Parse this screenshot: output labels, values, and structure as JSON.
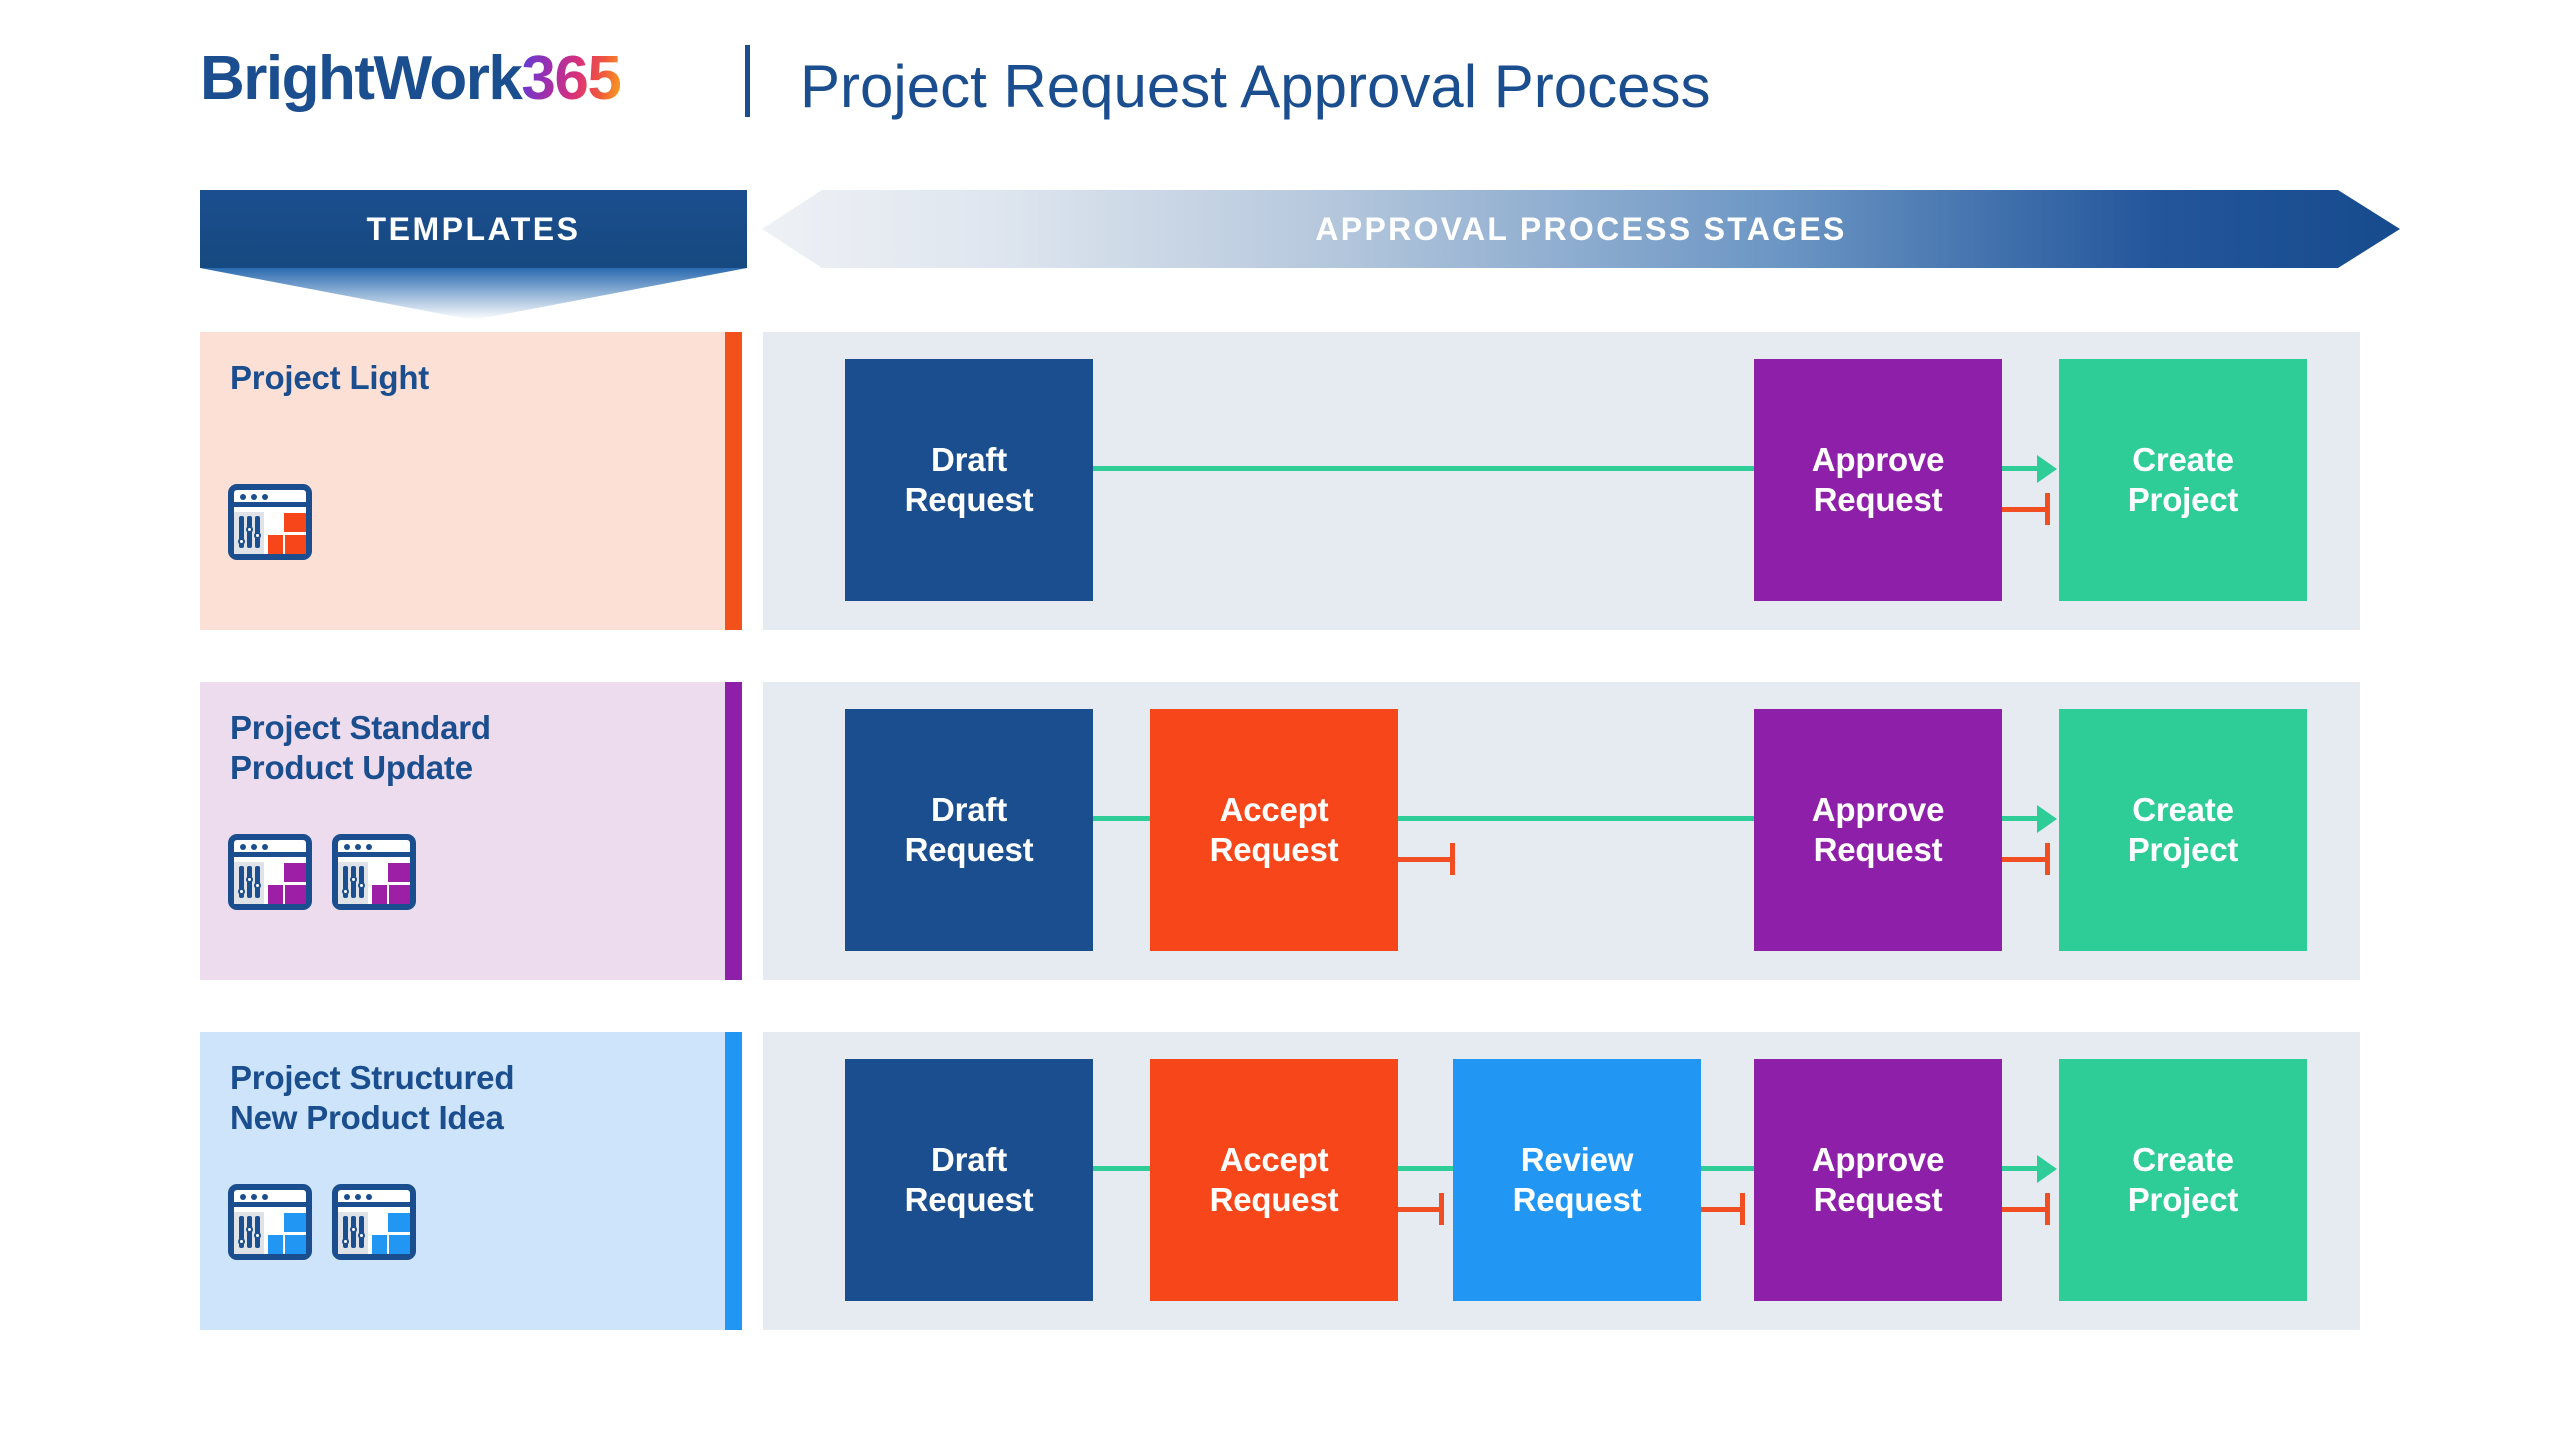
{
  "header": {
    "logo_main": "BrightWork",
    "logo_suffix": "365",
    "title": "Project Request Approval Process",
    "brand_blue": "#1B4E8F"
  },
  "banners": {
    "templates_label": "TEMPLATES",
    "stages_label": "APPROVAL PROCESS STAGES"
  },
  "colors": {
    "draft": "#1B4E8F",
    "accept": "#f7471a",
    "review": "#2196f3",
    "approve": "#8e1fa9",
    "create": "#2ecc96",
    "connector_approve": "#2ecc96",
    "connector_reject": "#f14e23",
    "stage_panel_bg": "#e6eaf1"
  },
  "rows": [
    {
      "template_name": "Project Light",
      "panel_bg": "#fce0d5",
      "accent": "#f2511b",
      "icon_block_color": "#f7471a",
      "icon_count": 1,
      "stages": [
        "Draft Request",
        "Approve Request",
        "Create Project"
      ]
    },
    {
      "template_name": "Project Standard\nProduct Update",
      "template_name_l1": "Project Standard",
      "template_name_l2": "Product Update",
      "panel_bg": "#ecdcee",
      "accent": "#8e1fa9",
      "icon_block_color": "#9c1fa6",
      "icon_count": 2,
      "stages": [
        "Draft Request",
        "Accept Request",
        "Approve Request",
        "Create Project"
      ]
    },
    {
      "template_name": "Project Structured\nNew Product Idea",
      "template_name_l1": "Project Structured",
      "template_name_l2": "New Product Idea",
      "panel_bg": "#cde4fb",
      "accent": "#2196f3",
      "icon_block_color": "#2196f3",
      "icon_count": 2,
      "stages": [
        "Draft Request",
        "Accept Request",
        "Review Request",
        "Approve Request",
        "Create Project"
      ]
    }
  ]
}
